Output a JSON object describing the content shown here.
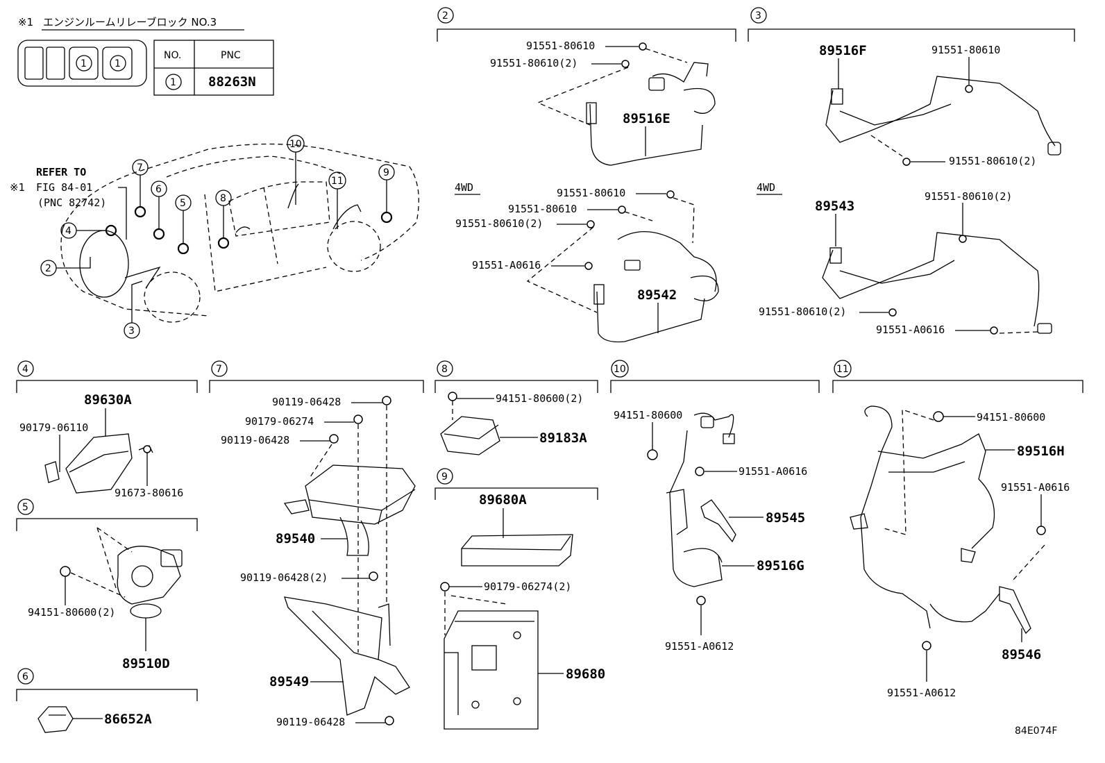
{
  "header": {
    "mark": "※1",
    "relay_block_title": "エンジンルームリレーブロック NO.3"
  },
  "relay_table": {
    "col_no": "NO.",
    "col_pnc": "PNC",
    "row_no": "1",
    "row_pnc": "88263N"
  },
  "overview": {
    "refer_line1": "REFER TO",
    "refer_mark": "※1",
    "refer_line2": "FIG 84-01",
    "refer_line3": "(PNC 82742)",
    "callouts": [
      "1",
      "1",
      "2",
      "3",
      "4",
      "5",
      "6",
      "7",
      "8",
      "9",
      "10",
      "11"
    ]
  },
  "sections": {
    "s2": {
      "num": "2",
      "part_main": "89516E",
      "bolt_a": "91551-80610",
      "bolt_b": "91551-80610(2)",
      "wd_label": "4WD",
      "wd_part": "89542",
      "wd_bolt_a": "91551-80610",
      "wd_bolt_b": "91551-80610",
      "wd_bolt_c": "91551-80610(2)",
      "wd_bolt_d": "91551-A0616"
    },
    "s3": {
      "num": "3",
      "part_main": "89516F",
      "bolt_a": "91551-80610",
      "bolt_b": "91551-80610(2)",
      "wd_label": "4WD",
      "wd_part": "89543",
      "wd_bolt_a": "91551-80610(2)",
      "wd_bolt_b": "91551-80610(2)",
      "wd_bolt_c": "91551-A0616"
    },
    "s4": {
      "num": "4",
      "part_main": "89630A",
      "bolt_a": "90179-06110",
      "bolt_b": "91673-80616"
    },
    "s5": {
      "num": "5",
      "part_main": "89510D",
      "bolt_a": "94151-80600(2)"
    },
    "s6": {
      "num": "6",
      "part_main": "86652A"
    },
    "s7": {
      "num": "7",
      "bolt_a": "90119-06428",
      "bolt_b": "90179-06274",
      "bolt_c": "90119-06428",
      "part_ecu": "89540",
      "bolt_d": "90119-06428(2)",
      "part_bracket": "89549",
      "bolt_e": "90119-06428"
    },
    "s8": {
      "num": "8",
      "bolt_a": "94151-80600(2)",
      "part_main": "89183A"
    },
    "s9": {
      "num": "9",
      "part_main": "89680A",
      "bolt_a": "90179-06274(2)",
      "part_ecu": "89680"
    },
    "s10": {
      "num": "10",
      "bolt_a": "94151-80600",
      "bolt_b": "91551-A0616",
      "part_sensor": "89545",
      "part_main": "89516G",
      "bolt_c": "91551-A0612"
    },
    "s11": {
      "num": "11",
      "bolt_a": "94151-80600",
      "part_main": "89516H",
      "bolt_b": "91551-A0616",
      "part_sensor": "89546",
      "bolt_c": "91551-A0612"
    }
  },
  "figure_id": "84E074F"
}
